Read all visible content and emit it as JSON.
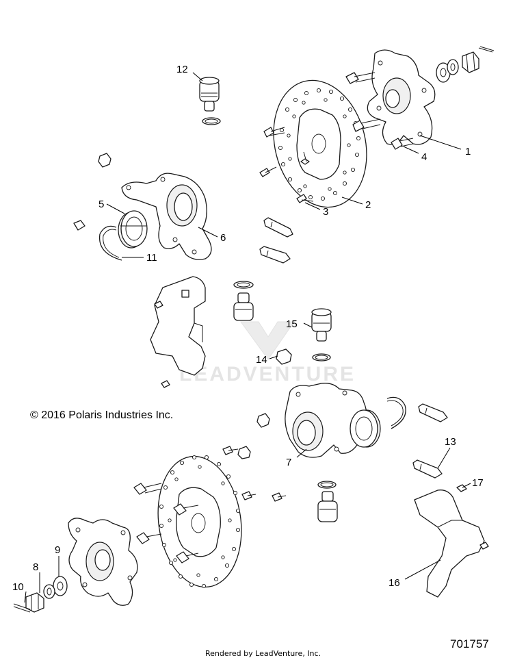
{
  "diagram": {
    "copyright": "© 2016 Polaris Industries Inc.",
    "watermark": "LEADVENTURE",
    "footer": "Rendered by LeadVenture, Inc.",
    "diagram_number": "701757",
    "callouts": {
      "c1": "1",
      "c2": "2",
      "c3": "3",
      "c4": "4",
      "c5": "5",
      "c6": "6",
      "c7": "7",
      "c8": "8",
      "c9": "9",
      "c10": "10",
      "c11": "11",
      "c12": "12",
      "c13": "13",
      "c14": "14",
      "c15": "15",
      "c16": "16",
      "c17": "17"
    }
  }
}
